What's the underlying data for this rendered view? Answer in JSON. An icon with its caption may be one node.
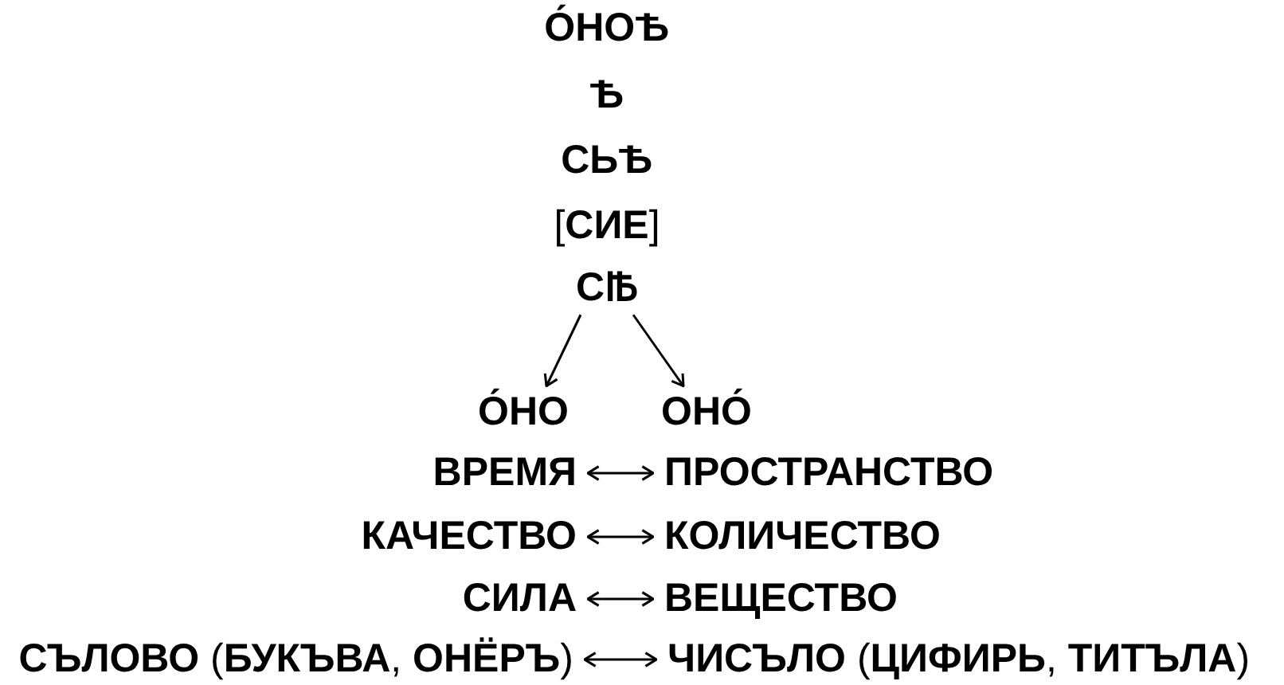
{
  "diagram": {
    "nodes": [
      {
        "text": [
          "СꙒ"
        ]
      },
      {
        "text": [
          "О́НО"
        ]
      },
      {
        "text": [
          "ОНО́"
        ]
      },
      {
        "text": [
          "ВРЕМЯ"
        ]
      },
      {
        "text": [
          "ПРОСТРАНСТВО"
        ]
      },
      {
        "text": [
          "КАЧЕСТВО"
        ]
      },
      {
        "text": [
          "КОЛИЧЕСТВО"
        ]
      },
      {
        "text": [
          "СИЛА"
        ]
      },
      {
        "text": [
          "ВЕЩЕСТВО"
        ]
      },
      {
        "text": [
          "**СЪЛОВО** (**БУКЪВА**, **ОНЁРЪ**)"
        ]
      },
      {
        "text": [
          "**ЧИСЪЛО** (**ЦИФИРЬ**, **ТИТЪЛА**)"
        ]
      }
    ],
    "edges": [
      {
        "from": 0,
        "to": 1,
        "arrow": "to"
      },
      {
        "from": 0,
        "to": 2,
        "arrow": "to"
      },
      {
        "from": 3,
        "to": 4,
        "arrow": "both"
      },
      {
        "from": 5,
        "to": 6,
        "arrow": "both"
      },
      {
        "from": 7,
        "to": 8,
        "arrow": "both"
      },
      {
        "from": 9,
        "to": 10,
        "arrow": "both"
      }
    ],
    "labels": [
      "О́НОѢ",
      "Ѣ",
      "СЬѢ",
      "[**СИЕ**]"
    ]
  }
}
